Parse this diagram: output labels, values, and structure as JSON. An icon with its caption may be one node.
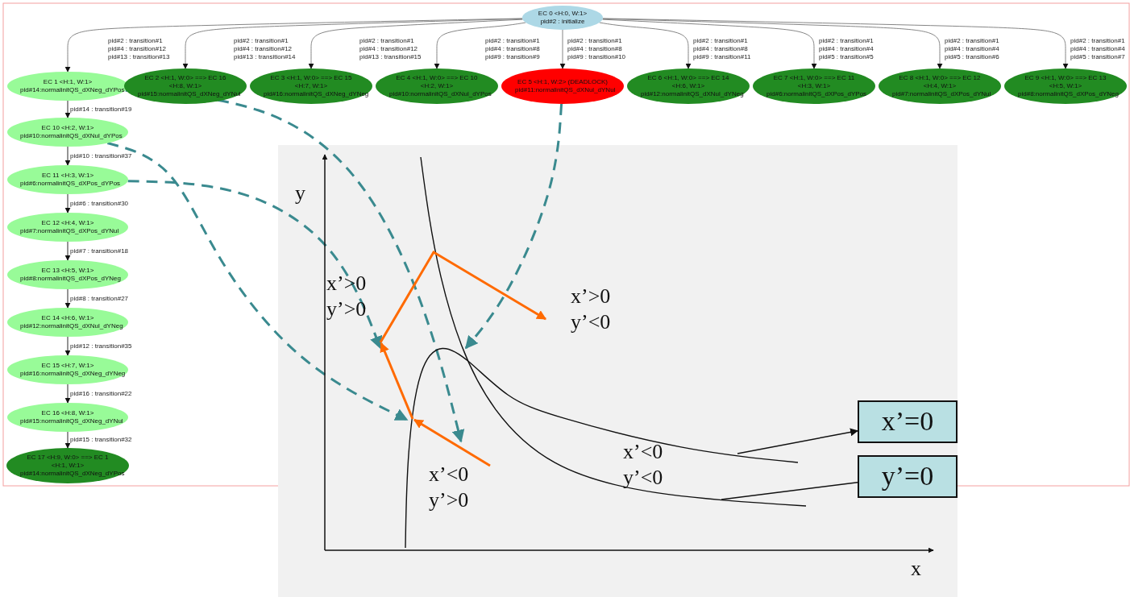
{
  "diagram": {
    "nodes": [
      {
        "text": [
          "EC 0 <H:0, W:1>",
          "pid#2 : initialize"
        ]
      },
      {
        "text": [
          "EC 1 <H:1, W:1>",
          "pid#14:normalinitQS_dXNeg_dYPos"
        ]
      },
      {
        "text": [
          "EC 2 <H:1, W:0> ==> EC 16 <H:8, W:1>",
          "pid#15:normalinitQS_dXNeg_dYNul"
        ]
      },
      {
        "text": [
          "EC 3 <H:1, W:0> ==> EC 15 <H:7, W:1>",
          "pid#16:normalinitQS_dXNeg_dYNeg"
        ]
      },
      {
        "text": [
          "EC 4 <H:1, W:0> ==> EC 10 <H:2, W:1>",
          "pid#10:normalinitQS_dXNul_dYPos"
        ]
      },
      {
        "text": [
          "EC 5 <H:1, W:2> (DEADLOCK)",
          "pid#11:normalinitQS_dXNul_dYNul"
        ]
      },
      {
        "text": [
          "EC 6 <H:1, W:0> ==> EC 14 <H:6, W:1>",
          "pid#12:normalinitQS_dXNul_dYNeg"
        ]
      },
      {
        "text": [
          "EC 7 <H:1, W:0> ==> EC 11 <H:3, W:1>",
          "pid#6:normalinitQS_dXPos_dYPos"
        ]
      },
      {
        "text": [
          "EC 8 <H:1, W:0> ==> EC 12 <H:4, W:1>",
          "pid#7:normalinitQS_dXPos_dYNul"
        ]
      },
      {
        "text": [
          "EC 9 <H:1, W:0> ==> EC 13 <H:5, W:1>",
          "pid#8:normalinitQS_dXPos_dYNeg"
        ]
      },
      {
        "text": [
          "EC 10 <H:2, W:1>",
          "pid#10:normalinitQS_dXNul_dYPos"
        ]
      },
      {
        "text": [
          "EC 11 <H:3, W:1>",
          "pid#6:normalinitQS_dXPos_dYPos"
        ]
      },
      {
        "text": [
          "EC 12 <H:4, W:1>",
          "pid#7:normalinitQS_dXPos_dYNul"
        ]
      },
      {
        "text": [
          "EC 13 <H:5, W:1>",
          "pid#8:normalinitQS_dXPos_dYNeg"
        ]
      },
      {
        "text": [
          "EC 14 <H:6, W:1>",
          "pid#12:normalinitQS_dXNul_dYNeg"
        ]
      },
      {
        "text": [
          "EC 15 <H:7, W:1>",
          "pid#16:normalinitQS_dXNeg_dYNeg"
        ]
      },
      {
        "text": [
          "EC 16 <H:8, W:1>",
          "pid#15:normalinitQS_dXNeg_dYNul"
        ]
      },
      {
        "text": [
          "EC 17 <H:9, W:0> ==> EC 1 <H:1, W:1>",
          "pid#14:normalinitQS_dXNeg_dYPos"
        ]
      },
      {
        "text": [
          "x’=0"
        ]
      },
      {
        "text": [
          "y’=0"
        ]
      }
    ],
    "edges": [
      {
        "from": 0,
        "to": 1,
        "arrow": "to",
        "color": "#777777"
      },
      {
        "from": 0,
        "to": 2,
        "arrow": "to",
        "color": "#777777",
        "label": "pid#2 : transition#1 pid#4 : transition#12 pid#13 : transition#13"
      },
      {
        "from": 0,
        "to": 3,
        "arrow": "to",
        "color": "#777777",
        "label": "pid#2 : transition#1 pid#4 : transition#12 pid#13 : transition#14"
      },
      {
        "from": 0,
        "to": 4,
        "arrow": "to",
        "color": "#777777",
        "label": "pid#2 : transition#1 pid#4 : transition#12 pid#13 : transition#15"
      },
      {
        "from": 0,
        "to": 5,
        "arrow": "to",
        "color": "#777777",
        "label": "pid#2 : transition#1 pid#4 : transition#8 pid#9 : transition#9"
      },
      {
        "from": 0,
        "to": 6,
        "arrow": "to",
        "color": "#777777",
        "label": "pid#2 : transition#1 pid#4 : transition#8 pid#9 : transition#11"
      },
      {
        "from": 0,
        "to": 7,
        "arrow": "to",
        "color": "#777777",
        "label": "pid#2 : transition#1 pid#4 : transition#4 pid#5 : transition#5"
      },
      {
        "from": 0,
        "to": 8,
        "arrow": "to",
        "color": "#777777",
        "label": "pid#2 : transition#1 pid#4 : transition#4 pid#5 : transition#6"
      },
      {
        "from": 0,
        "to": 9,
        "arrow": "to",
        "color": "#777777",
        "label": "pid#2 : transition#1 pid#4 : transition#4 pid#5 : transition#7"
      },
      {
        "from": 1,
        "to": 10,
        "arrow": "to",
        "label": "pid#14 : transition#19"
      },
      {
        "from": 10,
        "to": 11,
        "arrow": "to",
        "label": "pid#10 : transition#37"
      },
      {
        "from": 11,
        "to": 12,
        "arrow": "to",
        "label": "pid#6 : transition#30"
      },
      {
        "from": 12,
        "to": 13,
        "arrow": "to",
        "label": "pid#7 : transition#18"
      },
      {
        "from": 13,
        "to": 14,
        "arrow": "to",
        "label": "pid#8 : transition#27"
      },
      {
        "from": 14,
        "to": 15,
        "arrow": "to",
        "label": "pid#12 : transition#35"
      },
      {
        "from": 15,
        "to": 16,
        "arrow": "to",
        "label": "pid#16 : transition#22"
      },
      {
        "from": 16,
        "to": 17,
        "arrow": "to",
        "label": "pid#15 : transition#32"
      },
      {
        "from": 1,
        "to": null,
        "arrow": "to",
        "style": "dashed",
        "color": "#3a8a8f"
      },
      {
        "from": 10,
        "to": null,
        "arrow": "to",
        "style": "dashed",
        "color": "#3a8a8f"
      },
      {
        "from": 11,
        "to": null,
        "arrow": "to",
        "style": "dashed",
        "color": "#3a8a8f"
      },
      {
        "from": 5,
        "to": null,
        "arrow": "to",
        "style": "dashed",
        "color": "#3a8a8f"
      },
      {
        "from": null,
        "to": 18,
        "arrow": "to"
      },
      {
        "from": 19,
        "to": null,
        "arrow": "none"
      }
    ],
    "labels": [
      "pid#2 : transition#1 pid#4 : transition#8 pid#9 : transition#10",
      "y",
      "x’>0 y’>0",
      "x’>0 y’<0",
      "x’<0 y’<0",
      "x’<0 y’>0",
      "x"
    ]
  }
}
